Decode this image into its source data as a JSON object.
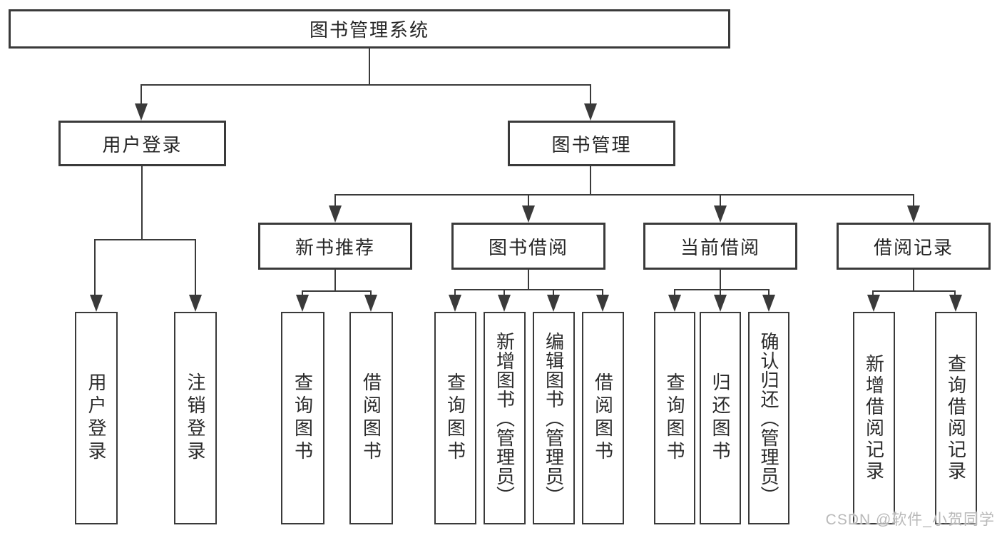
{
  "diagram": {
    "title": "图书管理系统",
    "branches": {
      "user_login": {
        "label": "用户登录",
        "children": [
          "用户登录",
          "注销登录"
        ]
      },
      "book_management": {
        "label": "图书管理",
        "sections": [
          {
            "label": "新书推荐",
            "children": [
              "查询图书",
              "借阅图书"
            ]
          },
          {
            "label": "图书借阅",
            "children": [
              "查询图书",
              "新增图书（管理员）",
              "编辑图书（管理员）",
              "借阅图书"
            ]
          },
          {
            "label": "当前借阅",
            "children": [
              "查询图书",
              "归还图书",
              "确认归还（管理员）"
            ]
          },
          {
            "label": "借阅记录",
            "children": [
              "新增借阅记录",
              "查询借阅记录"
            ]
          }
        ]
      }
    },
    "watermark": "CSDN @软件_小贺同学",
    "colors": {
      "line": "#3a3a3a",
      "text": "#262626",
      "watermark": "#b9b9b9",
      "background": "#ffffff"
    }
  }
}
